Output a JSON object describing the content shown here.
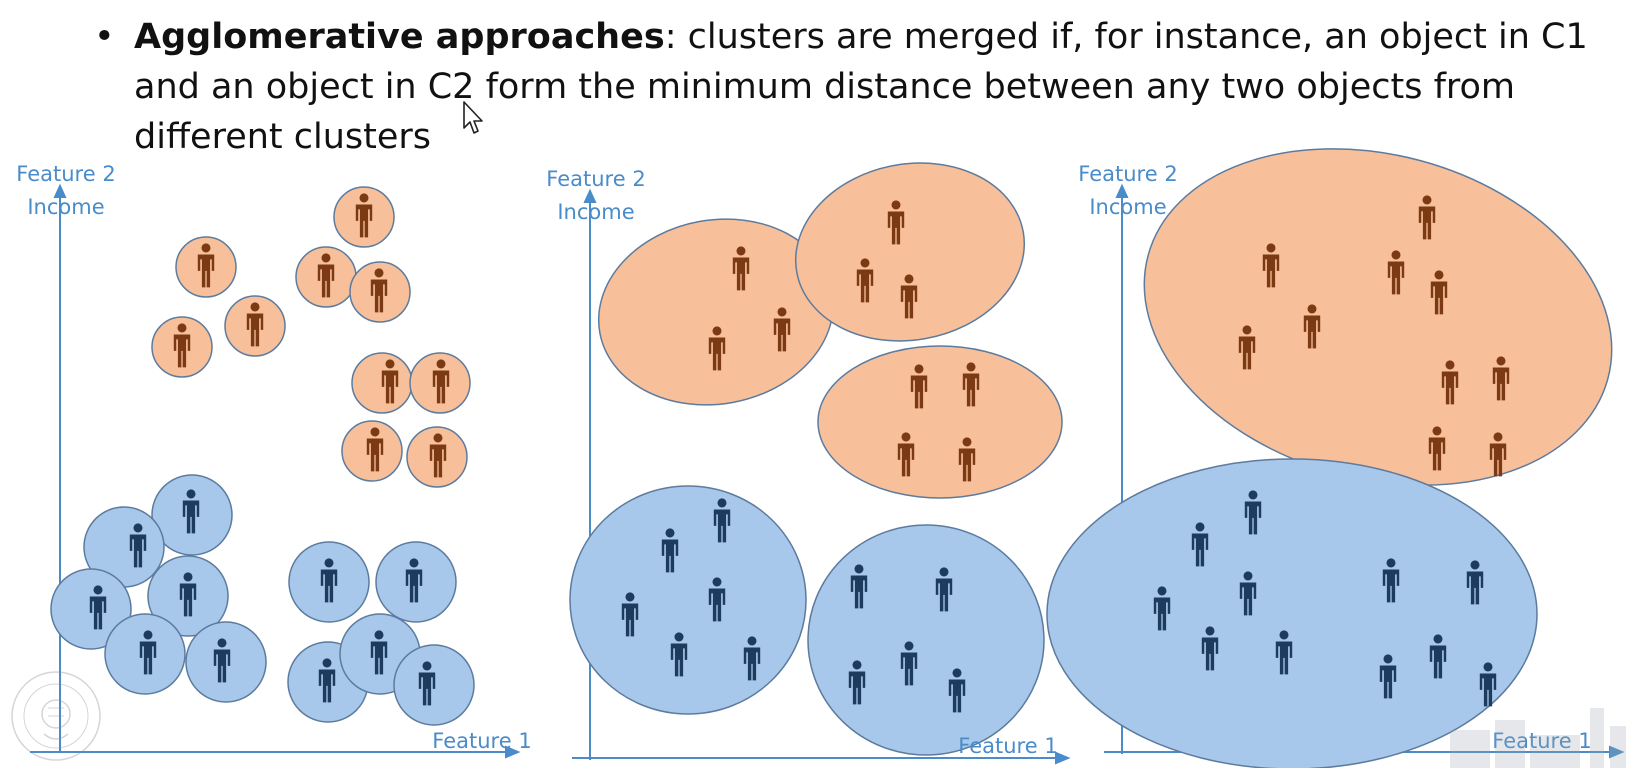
{
  "bullet": {
    "symbol": "•",
    "bold_term": "Agglomerative approaches",
    "rest": ": clusters are merged if, for instance, an object in C1 and an object in C2 form the minimum distance between any two objects from different clusters"
  },
  "panels": [
    {
      "y_label_line1": "Feature 2",
      "y_label_line2": "Income",
      "x_label": "Feature 1"
    },
    {
      "y_label_line1": "Feature 2",
      "y_label_line2": "Income",
      "x_label": "Feature 1"
    },
    {
      "y_label_line1": "Feature 2",
      "y_label_line2": "Income",
      "x_label": "Feature 1"
    }
  ],
  "colors": {
    "axis": "#4a8cc9",
    "orange_fill": "#f7c09a",
    "blue_fill": "#a7c8ea",
    "outline": "#5c7b9e",
    "orange_person": "#7b3a14",
    "blue_person": "#1d3b5c"
  },
  "icons": [
    "person-icon",
    "mouse-cursor-icon",
    "university-seal-icon",
    "building-watermark-icon"
  ]
}
